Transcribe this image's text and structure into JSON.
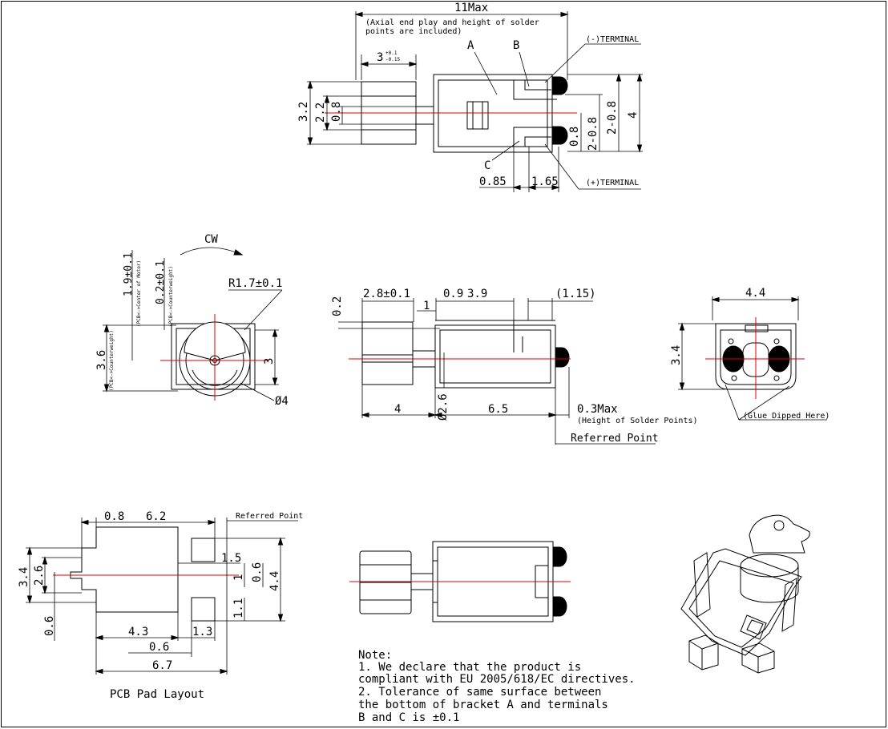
{
  "top_view": {
    "overall": "11Max",
    "overall_note_1": "(Axial end play and height of solder",
    "overall_note_2": "points are included)",
    "weight_len_main": "3",
    "weight_len_tol_up": "+0.1",
    "weight_len_tol_dn": "-0.15",
    "label_a": "A",
    "label_b": "B",
    "label_c": "C",
    "neg_terminal": "(-)TERMINAL",
    "pos_terminal": "(+)TERMINAL",
    "dim_32": "3.2",
    "dim_22": "2.2",
    "dim_08_left": "0.8",
    "dim_2_08_a": "2-0.8",
    "dim_2_08_b": "2-0.8",
    "dim_4": "4",
    "dim_08_right": "0.8",
    "dim_085": "0.85",
    "dim_165": "1.65"
  },
  "end_view": {
    "cw": "CW",
    "r17": "R1.7±0.1",
    "dim_19": "1.9±0.1",
    "dim_19_note": "(PCB<->Center of Motor)",
    "dim_02": "0.2±0.1",
    "dim_02_note": "(PCB<->Counterweight)",
    "dim_36": "3.6",
    "dim_36_note": "(PCB<->Counterweight)",
    "dim_3": "3",
    "dia_4": "Ø4"
  },
  "side_view": {
    "dim_28": "2.8±0.1",
    "dim_09": "0.9",
    "dim_39": "3.9",
    "dim_115": "(1.15)",
    "dim_02": "0.2",
    "dim_1": "1",
    "dim_4": "4",
    "dia_26": "Ø2.6",
    "dim_65": "6.5",
    "max_03": "0.3Max",
    "solder_note": "(Height of Solder Points)",
    "referred_point": "Referred Point"
  },
  "rear_view": {
    "dim_44": "4.4",
    "dim_34": "3.4",
    "glue": "(Glue Dipped Here)"
  },
  "pcb_layout": {
    "title": "PCB Pad Layout",
    "referred_point": "Referred Point",
    "dim_08": "0.8",
    "dim_62": "6.2",
    "dim_15": "1.5",
    "dim_1": "1",
    "dim_06_right": "0.6",
    "dim_44": "4.4",
    "dim_34": "3.4",
    "dim_26": "2.6",
    "dim_11": "1.1",
    "dim_06_left": "0.6",
    "dim_43": "4.3",
    "dim_13": "1.3",
    "dim_06_bottom": "0.6",
    "dim_67": "6.7"
  },
  "notes": {
    "title": "Note:",
    "line1": "1. We declare that the product is",
    "line2": "compliant with EU 2005/618/EC directives.",
    "line3": "2. Tolerance of same surface between",
    "line4": "the bottom of bracket A and terminals",
    "line5": "B and C is ±0.1"
  }
}
